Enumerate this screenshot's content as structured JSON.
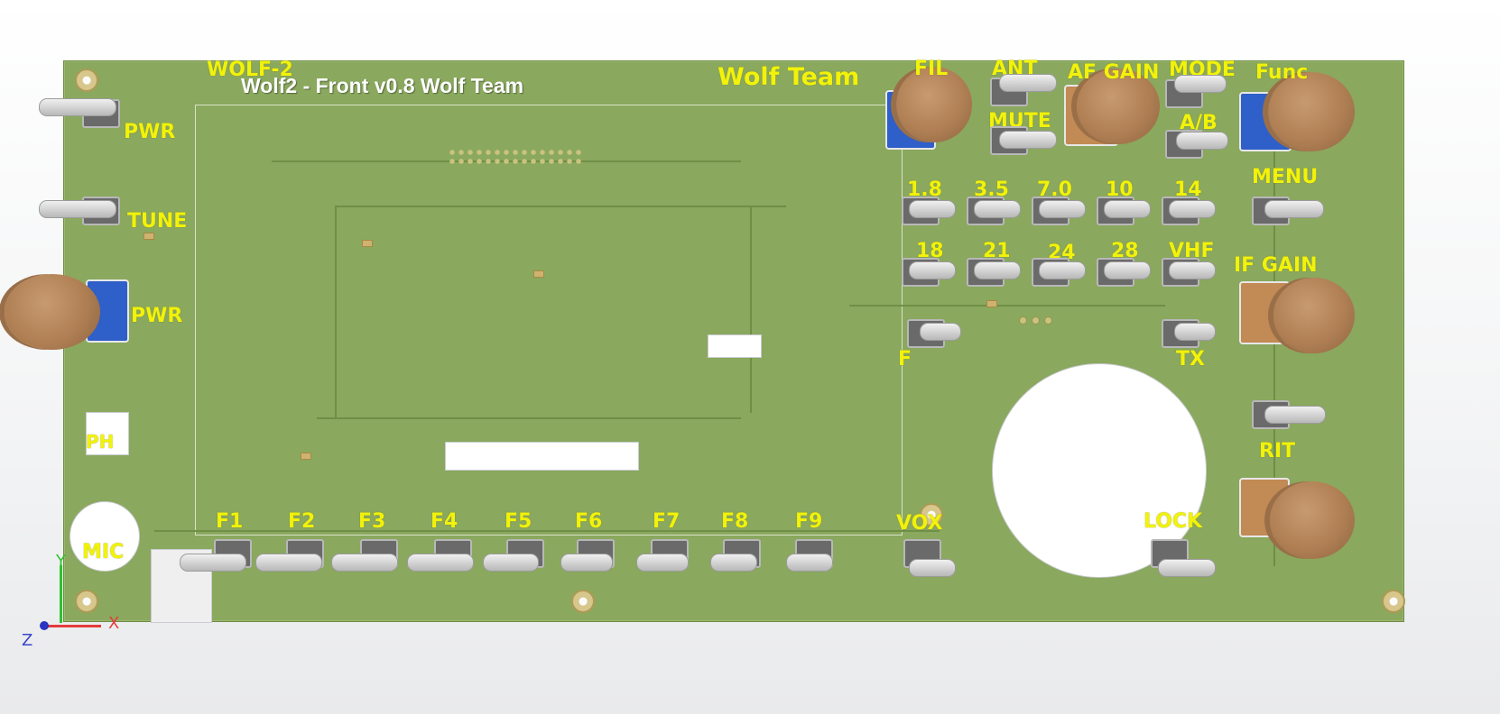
{
  "board": {
    "title_left": "WOLF-2",
    "title_main": "Wolf2 - Front v0.8 Wolf Team",
    "title_team": "Wolf Team"
  },
  "labels": {
    "pwr_top": "PWR",
    "tune": "TUNE",
    "pwr_mid": "PWR",
    "ph": "PH",
    "mic": "MIC",
    "fil": "FIL",
    "ant": "ANT",
    "mute": "MUTE",
    "af_gain": "AF GAIN",
    "mode": "MODE",
    "ab": "A/B",
    "func": "Func",
    "menu": "MENU",
    "if_gain": "IF GAIN",
    "rit": "RIT",
    "vox": "VOX",
    "lock": "LOCK",
    "f": "F",
    "tx": "TX"
  },
  "bands_row1": [
    "1.8",
    "3.5",
    "7.0",
    "10",
    "14"
  ],
  "bands_row2": [
    "18",
    "21",
    "24",
    "28",
    "VHF"
  ],
  "function_keys": [
    "F1",
    "F2",
    "F3",
    "F4",
    "F5",
    "F6",
    "F7",
    "F8",
    "F9"
  ],
  "axes": {
    "x": "X",
    "y": "Y",
    "z": "Z"
  },
  "colors": {
    "pcb": "#8aa85e",
    "label": "#f2f20a",
    "knob": "#b07f54",
    "pot": "#2f5fc8",
    "axis_x": "#e43b3b",
    "axis_y": "#2fc22f",
    "axis_z": "#3a46c8"
  }
}
